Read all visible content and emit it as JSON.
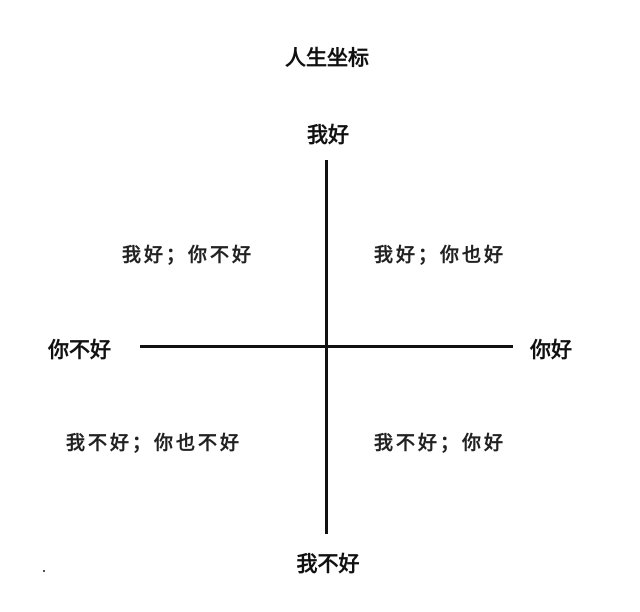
{
  "diagram": {
    "title": "人生坐标",
    "axes": {
      "top": "我好",
      "bottom": "我不好",
      "left": "你不好",
      "right": "你好"
    },
    "quadrants": {
      "top_left": "我好；你不好",
      "top_right": "我好；你也好",
      "bottom_left": "我不好；你也不好",
      "bottom_right": "我不好；你好"
    },
    "colors": {
      "background": "#ffffff",
      "ink": "#111111"
    }
  }
}
